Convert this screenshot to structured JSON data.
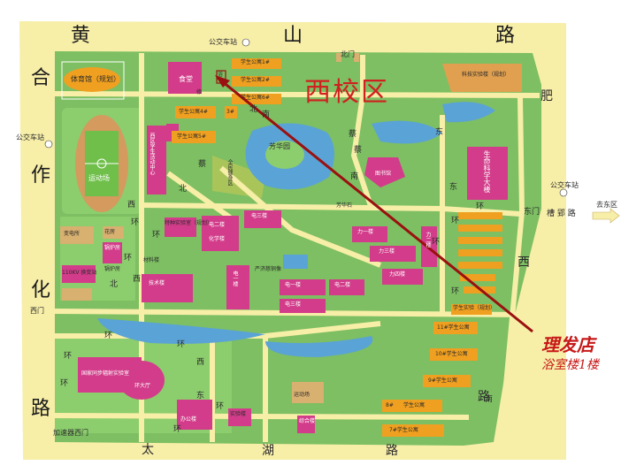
{
  "map": {
    "campus_name": "西校区",
    "roads": {
      "huangshan_1": "黄",
      "huangshan_2": "山",
      "huangshan_3": "路",
      "hezuohua_1": "合",
      "hezuohua_2": "作",
      "hezuohua_3": "化",
      "hezuohua_4": "路",
      "feixi_1": "肥",
      "feixi_2": "西",
      "feixi_3": "路",
      "taihu_1": "太",
      "taihu_2": "湖",
      "taihu_3": "路",
      "ring_1": "环",
      "ring_2": "环",
      "ring_3": "环",
      "ring_4": "环",
      "ring_5": "环",
      "ring_6": "环",
      "ring_7": "环",
      "ring_8": "环",
      "ring_9": "环",
      "ring_10": "环",
      "ring_11": "环",
      "ring_12": "环",
      "ring_13": "环",
      "dir_north": "北",
      "dir_west": "西",
      "dir_east": "东",
      "dir_south": "南",
      "dir_west2": "西",
      "dir_east2": "东",
      "dir_north2": "北",
      "dir_north3": "北",
      "dir_south2": "南",
      "dir_south3": "南",
      "dir_east3": "东",
      "dir_west3": "西",
      "dir_cai": "蔡",
      "dir_cai2": "蔡",
      "dir_cai3": "蔡"
    },
    "gates": {
      "north_gate": "北门",
      "west_gate": "西门",
      "east_gate": "东门",
      "south_gate": "加速器西门",
      "to_east": "去东区",
      "east_road": "槽 郢 路"
    },
    "bus_stops": {
      "top": "公交车站",
      "left": "公交车站",
      "right": "公交车站"
    },
    "buildings": {
      "gym": "体育馆（规划）",
      "canteen": "食堂",
      "bath": "浴",
      "dorm_1": "学生公寓1#",
      "dorm_2": "学生公寓2#",
      "dorm_3": "3#",
      "dorm_4": "学生公寓4#",
      "dorm_5": "学生公寓5#",
      "dorm_6": "学生公寓6#",
      "dorm_7": "7#学生公寓",
      "dorm_8": "8#",
      "dorm_8b": "学生公寓",
      "dorm_9": "9#学生公寓",
      "dorm_10": "10#学生公寓",
      "dorm_11": "11#学生公寓",
      "tech_lab": "科技实验楼（规划）",
      "stadium": "运动场",
      "stadium2": "运动场",
      "activity_center": "西区学生活动中心",
      "fitness": "全民健身区",
      "fanghua": "芳华园",
      "library": "图书馆",
      "life_science": "生命科学大楼",
      "special_lab": "特种实验室（规划）",
      "flower": "花房",
      "power": "变电所",
      "transformer": "110KV 换变站",
      "boiler1": "锅炉房",
      "boiler2": "锅炉房",
      "lab_b1": "电一楼",
      "lab_b2": "电二楼",
      "lab_b3": "电三楼",
      "lab_e1": "电一楼",
      "lab_e2": "电二楼",
      "lab_e3": "电三楼",
      "lab_l1": "力一楼",
      "lab_l2": "力二楼",
      "lab_l3": "力三楼",
      "lab_l4": "力四楼",
      "tech_build": "技术楼",
      "materials": "材料楼",
      "chem": "化学楼",
      "fanghua_stone": "芳华石",
      "yan_ji": "严济慈铜像",
      "sync_lab": "国家同步辐射实验室",
      "ring_hall": "环大厅",
      "xiuxing": "修",
      "lab_s": "实验楼",
      "office": "办公楼",
      "student_exp": "学生实验（规划）",
      "stadium_z": "综合楼"
    },
    "callout": {
      "title": "理发店",
      "subtitle": "浴室楼1楼"
    },
    "colors": {
      "road": "#f7eea8",
      "campus_green": "#7dbf62",
      "light_green": "#a7d88a",
      "water": "#5aa3d6",
      "building_pink": "#d23c8a",
      "building_orange": "#f0a020",
      "building_tan": "#d8b070",
      "arrow": "#9a1010",
      "callout_red": "#c71818"
    }
  }
}
